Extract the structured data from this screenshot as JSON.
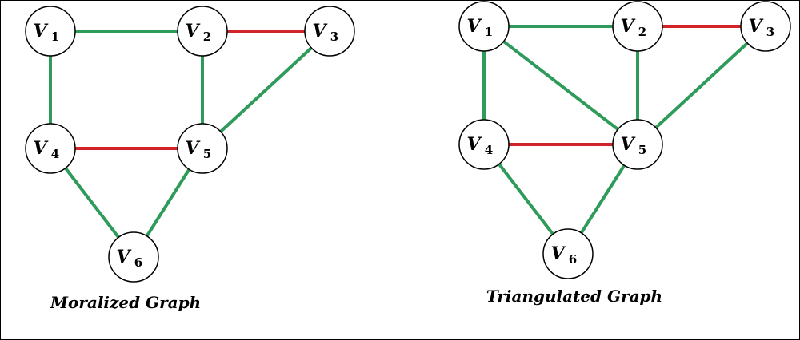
{
  "colors": {
    "added_edge": "#d2232a",
    "original_edge": "#2e9b5a",
    "node_fill": "#ffffff",
    "node_stroke": "#000000",
    "frame_border": "#000000"
  },
  "graphs": [
    {
      "id": "moralized",
      "caption": "Moralized Graph",
      "nodes": [
        {
          "id": "V1",
          "letter": "V",
          "sub": "1"
        },
        {
          "id": "V2",
          "letter": "V",
          "sub": "2"
        },
        {
          "id": "V3",
          "letter": "V",
          "sub": "3"
        },
        {
          "id": "V4",
          "letter": "V",
          "sub": "4"
        },
        {
          "id": "V5",
          "letter": "V",
          "sub": "5"
        },
        {
          "id": "V6",
          "letter": "V",
          "sub": "6"
        }
      ],
      "edges": [
        {
          "from": "V1",
          "to": "V2",
          "color": "original"
        },
        {
          "from": "V2",
          "to": "V3",
          "color": "added"
        },
        {
          "from": "V1",
          "to": "V4",
          "color": "original"
        },
        {
          "from": "V2",
          "to": "V5",
          "color": "original"
        },
        {
          "from": "V3",
          "to": "V5",
          "color": "original"
        },
        {
          "from": "V4",
          "to": "V5",
          "color": "added"
        },
        {
          "from": "V4",
          "to": "V6",
          "color": "original"
        },
        {
          "from": "V5",
          "to": "V6",
          "color": "original"
        }
      ]
    },
    {
      "id": "triangulated",
      "caption": "Triangulated Graph",
      "nodes": [
        {
          "id": "V1",
          "letter": "V",
          "sub": "1"
        },
        {
          "id": "V2",
          "letter": "V",
          "sub": "2"
        },
        {
          "id": "V3",
          "letter": "V",
          "sub": "3"
        },
        {
          "id": "V4",
          "letter": "V",
          "sub": "4"
        },
        {
          "id": "V5",
          "letter": "V",
          "sub": "5"
        },
        {
          "id": "V6",
          "letter": "V",
          "sub": "6"
        }
      ],
      "edges": [
        {
          "from": "V1",
          "to": "V2",
          "color": "original"
        },
        {
          "from": "V2",
          "to": "V3",
          "color": "added"
        },
        {
          "from": "V1",
          "to": "V4",
          "color": "original"
        },
        {
          "from": "V1",
          "to": "V5",
          "color": "original"
        },
        {
          "from": "V2",
          "to": "V5",
          "color": "original"
        },
        {
          "from": "V3",
          "to": "V5",
          "color": "original"
        },
        {
          "from": "V4",
          "to": "V5",
          "color": "added"
        },
        {
          "from": "V4",
          "to": "V6",
          "color": "original"
        },
        {
          "from": "V5",
          "to": "V6",
          "color": "original"
        }
      ]
    }
  ]
}
